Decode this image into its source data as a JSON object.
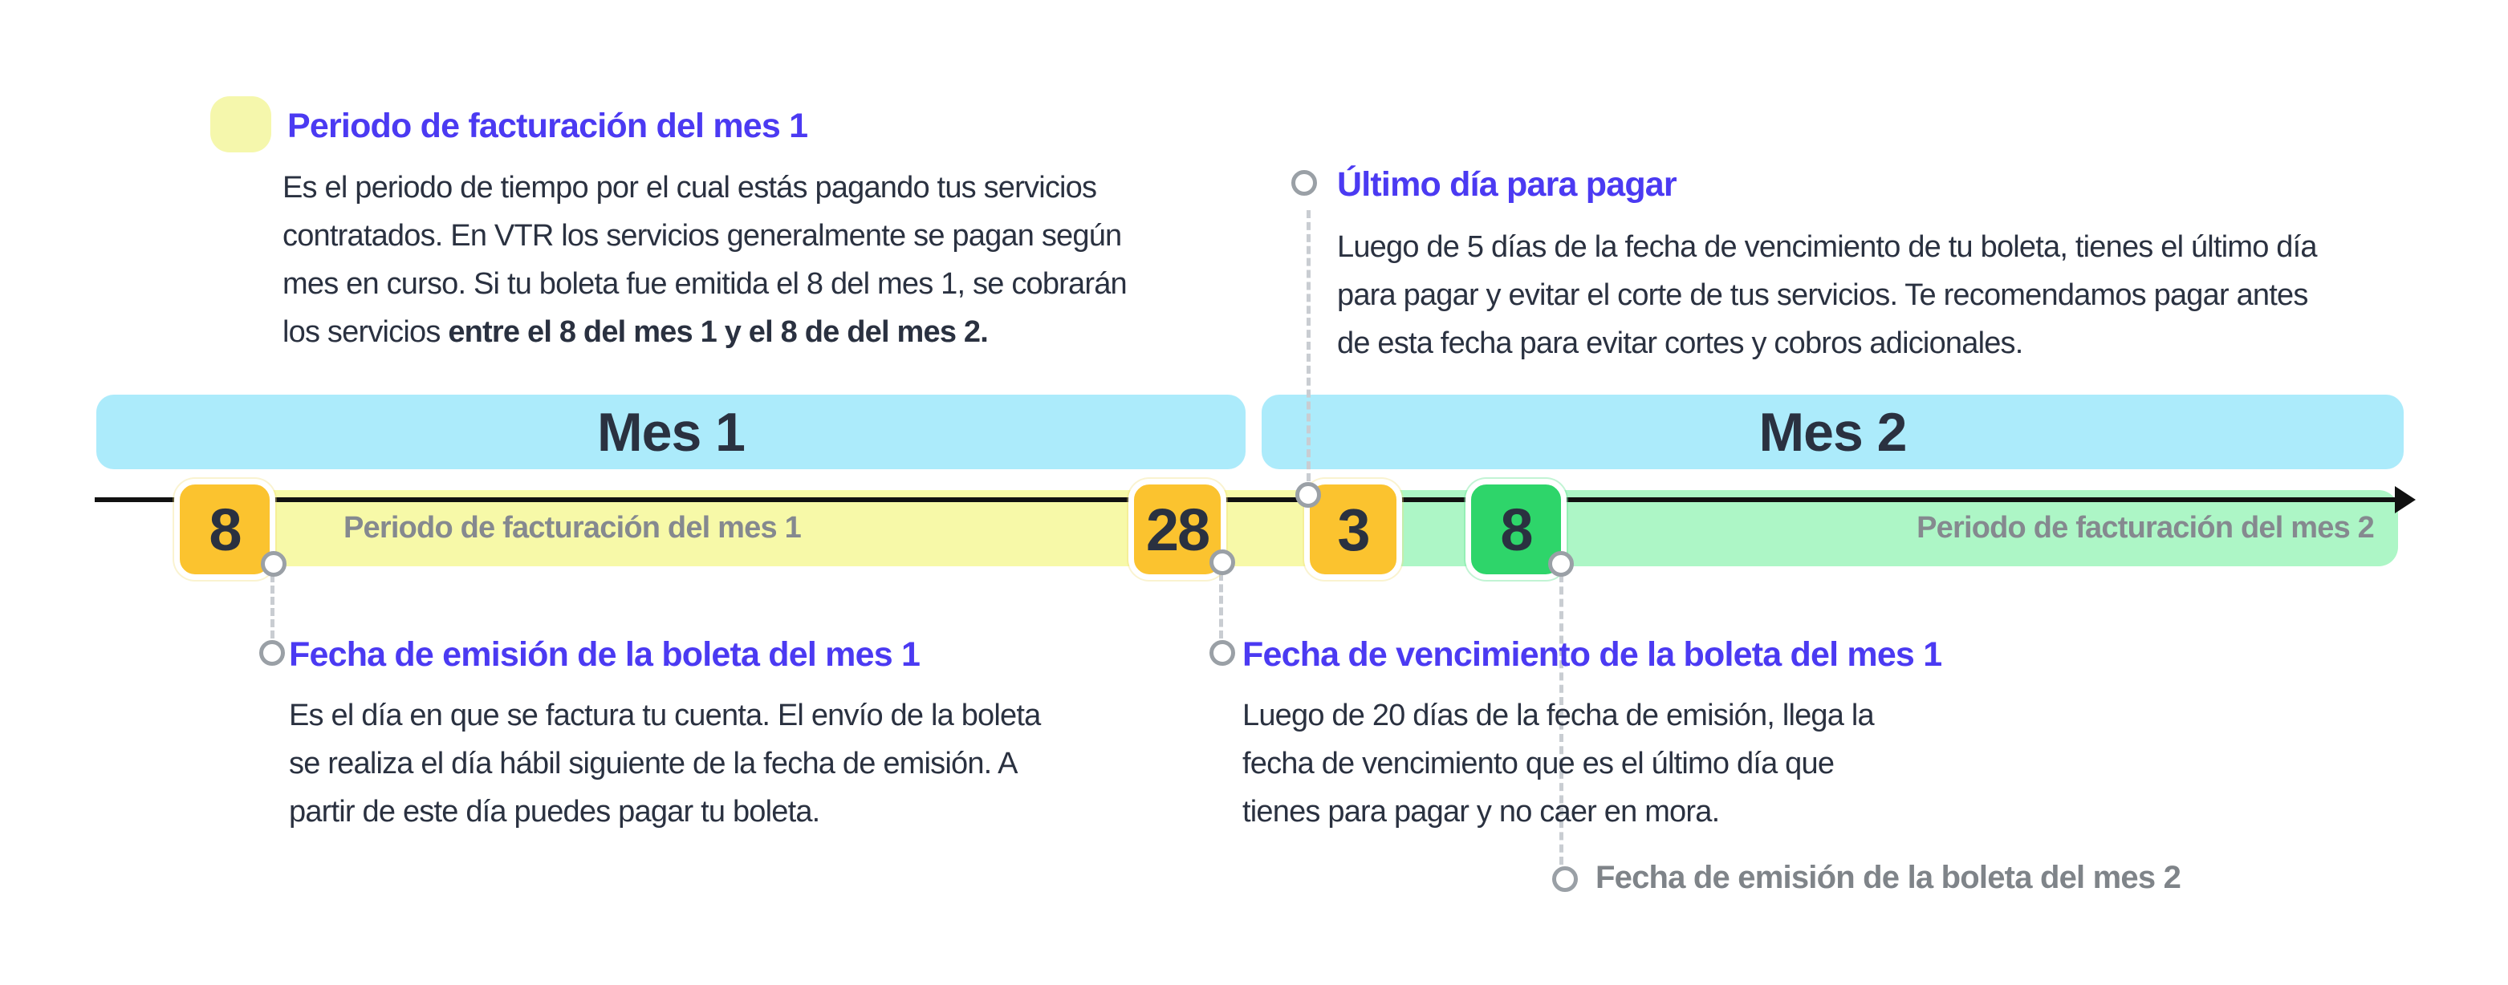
{
  "top_left": {
    "title": "Periodo de facturación del mes 1",
    "lines": [
      "Es el periodo de tiempo por el cual estás pagando tus servicios",
      "contratados. En VTR los servicios generalmente se pagan según",
      "mes en curso. Si tu boleta fue emitida el 8 del mes 1, se cobrarán"
    ],
    "last_line_normal": "los servicios ",
    "last_line_bold": "entre el 8 del mes 1 y el 8 de del mes 2."
  },
  "top_right": {
    "title": "Último día para pagar",
    "lines": [
      "Luego de 5 días de la fecha de vencimiento de tu boleta, tienes el último día",
      "para pagar y evitar el corte de tus servicios. Te recomendamos pagar antes",
      "de esta fecha para evitar cortes y cobros adicionales."
    ]
  },
  "timeline": {
    "month1_label": "Mes 1",
    "month2_label": "Mes 2",
    "period1_label": "Periodo de facturación del mes 1",
    "period2_label": "Periodo de facturación del mes 2",
    "markers": [
      "8",
      "28",
      "3",
      "8"
    ]
  },
  "bottom_left": {
    "title": "Fecha de emisión de la boleta del mes 1",
    "lines": [
      "Es el día en que se factura tu cuenta. El envío de la boleta",
      "se realiza el día hábil siguiente de la fecha de emisión. A",
      "partir de este día puedes pagar tu boleta."
    ]
  },
  "bottom_middle": {
    "title": "Fecha de vencimiento de la boleta del mes 1",
    "lines": [
      "Luego de 20 días de la fecha de emisión, llega la",
      "fecha de vencimiento que es el último día que",
      "tienes para pagar y no caer en mora."
    ]
  },
  "bottom_right_label": "Fecha de emisión de la boleta del mes 2",
  "colors": {
    "heading_purple": "#4B3AF2",
    "body_dark": "#2A3140",
    "month_bar_blue": "#ACEBFB",
    "period1_yellow": "#F7F9A8",
    "period2_green": "#ADF6C6",
    "marker_orange": "#FBC32F",
    "marker_green": "#2ED56A",
    "bar_label_gray": "#85898F",
    "muted_label_gray": "#7F8489",
    "dash_gray": "#C9CDD2",
    "axis_black": "#111111"
  }
}
